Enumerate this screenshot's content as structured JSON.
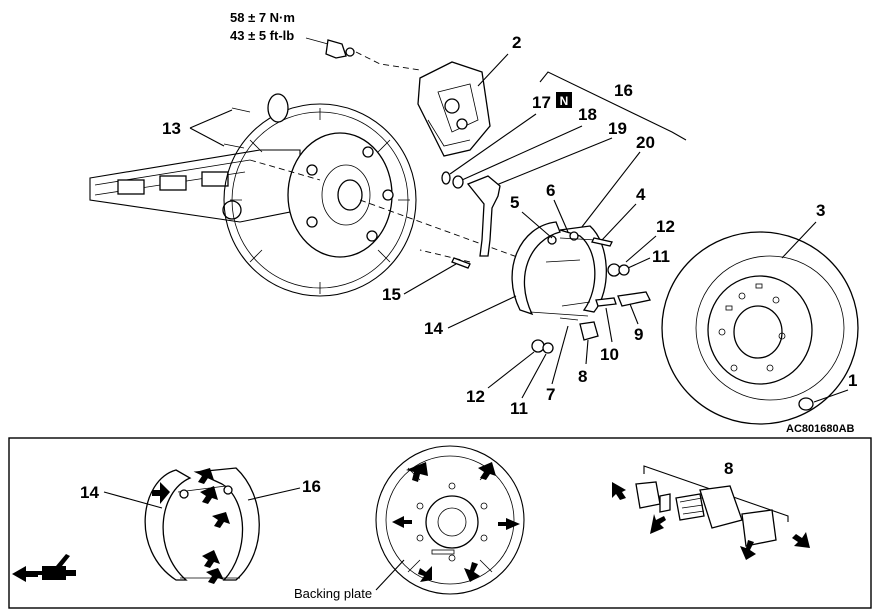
{
  "torque": {
    "metric": "58 ± 7 N·m",
    "imperial": "43 ± 5 ft-lb"
  },
  "callouts": {
    "c1": "1",
    "c2": "2",
    "c3": "3",
    "c4": "4",
    "c5": "5",
    "c6": "6",
    "c7": "7",
    "c8": "8",
    "c9": "9",
    "c10": "10",
    "c11a": "11",
    "c11b": "11",
    "c12a": "12",
    "c12b": "12",
    "c13": "13",
    "c14": "14",
    "c15": "15",
    "c16": "16",
    "c17": "17",
    "c18": "18",
    "c19": "19",
    "c20": "20"
  },
  "note_badge": "N",
  "figure_code": "AC801680AB",
  "inset": {
    "label_14": "14",
    "label_16": "16",
    "label_8": "8",
    "backing_plate": "Backing plate"
  },
  "icons": [
    "grease-gun-icon",
    "arrow-icon"
  ]
}
